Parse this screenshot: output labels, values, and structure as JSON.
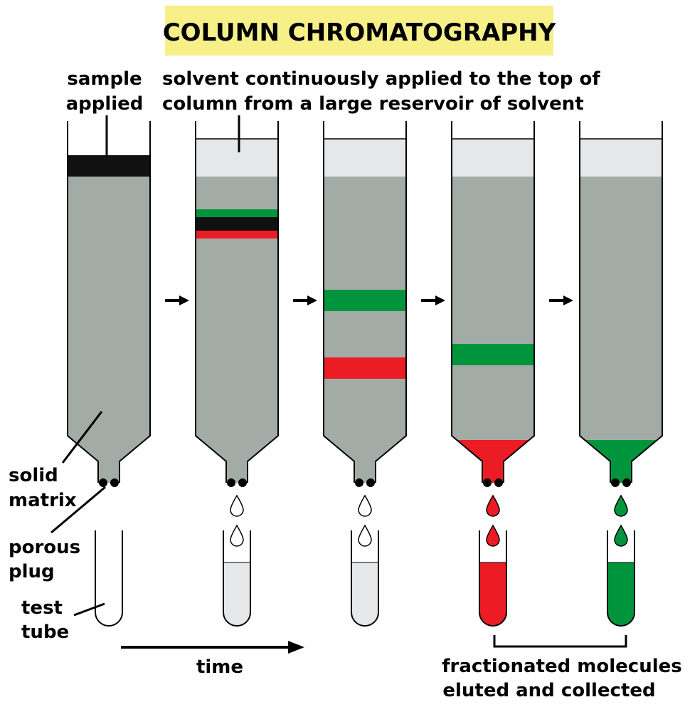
{
  "title": "COLUMN CHROMATOGRAPHY",
  "labels": {
    "sample_line1": "sample",
    "sample_line2": "applied",
    "solvent_line1": "solvent continuously applied to the top of",
    "solvent_line2": "column from a large reservoir of solvent",
    "solid_line1": "solid",
    "solid_line2": "matrix",
    "porous_line1": "porous",
    "porous_line2": "plug",
    "test_line1": "test",
    "test_line2": "tube",
    "time": "time",
    "fractionated_line1": "fractionated molecules",
    "fractionated_line2": "eluted and collected"
  },
  "colors": {
    "title_bg": "#f7f089",
    "matrix": "#a3aba7",
    "solvent": "#e6e7e8",
    "sample": "#111111",
    "green": "#00953d",
    "red": "#ec1c24",
    "tube_liquid": "#e6e7e8"
  }
}
